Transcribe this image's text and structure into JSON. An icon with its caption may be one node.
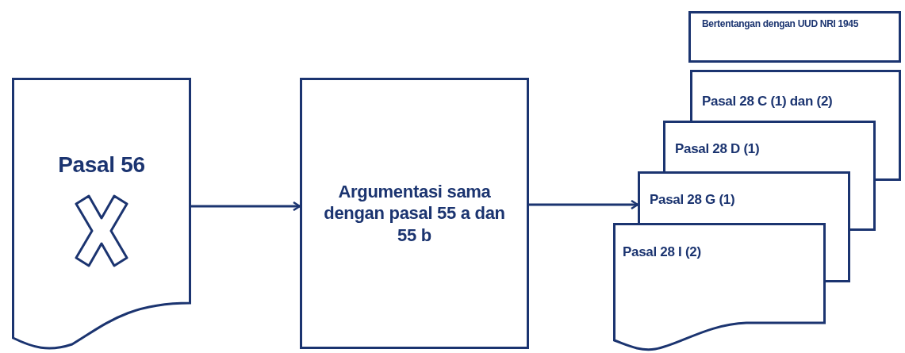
{
  "diagram": {
    "nodes": [
      {
        "text": [
          "Pasal 56"
        ]
      },
      {
        "text": [
          "Argumentasi sama dengan pasal 55 a dan 55 b"
        ]
      },
      {
        "text": [
          "Bertentangan dengan  UUD NRI 1945"
        ]
      },
      {
        "text": [
          "Pasal 28 C (1) dan (2)"
        ]
      },
      {
        "text": [
          "Pasal 28 D (1)"
        ]
      },
      {
        "text": [
          "Pasal 28 G (1)"
        ]
      },
      {
        "text": [
          "Pasal 28 I (2)"
        ]
      }
    ],
    "edges": [
      {
        "from": 0,
        "to": 1,
        "arrow": "to"
      },
      {
        "from": 1,
        "to": 5,
        "arrow": "to"
      }
    ]
  }
}
